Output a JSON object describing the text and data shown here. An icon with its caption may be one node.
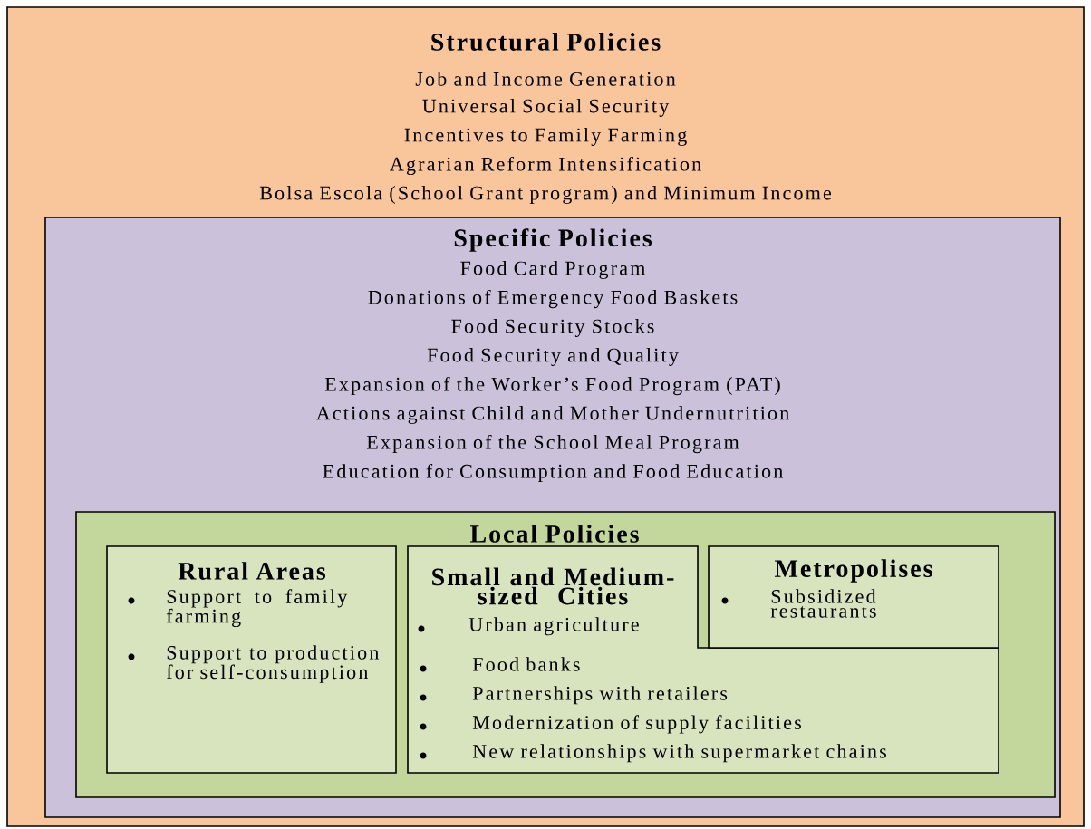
{
  "diagram": {
    "nodes": [
      {
        "text": [
          "Structural Policies",
          "Job and Income Generation",
          "Universal Social Security",
          "Incentives to Family Farming",
          "Agrarian Reform Intensification",
          "Bolsa Escola (School Grant program) and Minimum Income"
        ]
      },
      {
        "text": [
          "Specific Policies",
          "Food Card Program",
          "Donations of Emergency Food Baskets",
          "Food Security Stocks",
          "Food Security and Quality",
          "Expansion of the Worker’s Food Program (PAT)",
          "Actions against Child and Mother Undernutrition",
          "Expansion of the School Meal Program",
          "Education for Consumption and Food Education"
        ],
        "in": 0
      },
      {
        "text": [
          "Local Policies"
        ],
        "in": 1
      },
      {
        "text": [
          "Rural Areas",
          "Support to family farming",
          "Support to production for self-consumption"
        ],
        "in": 2
      },
      {
        "text": [
          "Small and Medium-sized Cities",
          "Urban agriculture",
          "Food banks",
          "Partnerships with retailers",
          "Modernization of supply facilities",
          "New relationships with supermarket chains"
        ],
        "in": 2
      },
      {
        "text": [
          "Metropolises",
          "Subsidized restaurants"
        ],
        "in": 2
      }
    ]
  }
}
